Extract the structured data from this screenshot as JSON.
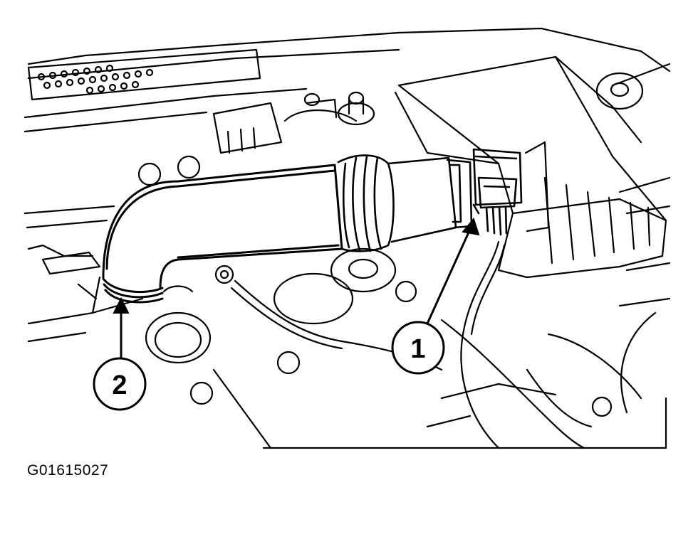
{
  "figure": {
    "id": "G01615027",
    "callouts": [
      {
        "number": "1"
      },
      {
        "number": "2"
      }
    ]
  },
  "colors": {
    "line": "#000000",
    "background": "#ffffff"
  }
}
